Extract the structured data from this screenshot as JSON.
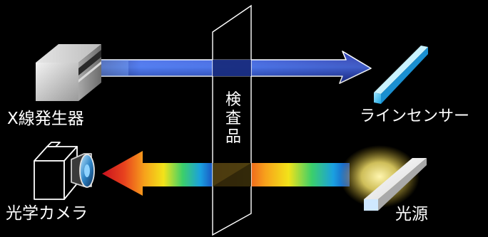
{
  "labels": {
    "xray_generator": "X線発生器",
    "line_sensor": "ラインセンサー",
    "specimen": "検査品",
    "optical_camera": "光学カメラ",
    "light_source": "光源"
  }
}
